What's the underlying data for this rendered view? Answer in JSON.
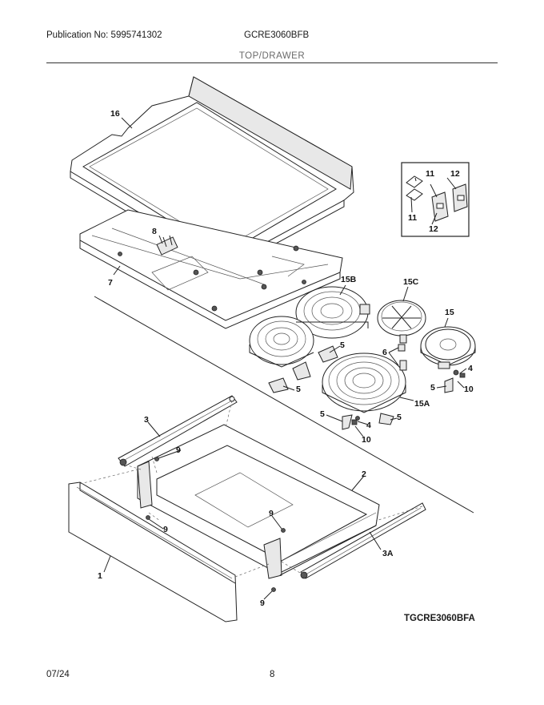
{
  "header": {
    "publication": "Publication No: 5995741302",
    "model": "GCRE3060BFB",
    "section": "TOP/DRAWER"
  },
  "footer": {
    "date": "07/24",
    "page": "8"
  },
  "diagram_code": "TGCRE3060BFA",
  "part_labels": {
    "p16": "16",
    "p8": "8",
    "p7": "7",
    "p11a": "11",
    "p12a": "12",
    "p11b": "11",
    "p12b": "12",
    "p15b": "15B",
    "p15c": "15C",
    "p15": "15",
    "p5a": "5",
    "p6": "6",
    "p4a": "4",
    "p5b": "5",
    "p10a": "10",
    "p5c": "5",
    "p15a": "15A",
    "p5d": "5",
    "p4b": "4",
    "p5e": "5",
    "p10b": "10",
    "p3": "3",
    "p9a": "9",
    "p2": "2",
    "p9b": "9",
    "p9c": "9",
    "p3a": "3A",
    "p1": "1",
    "p9d": "9"
  }
}
